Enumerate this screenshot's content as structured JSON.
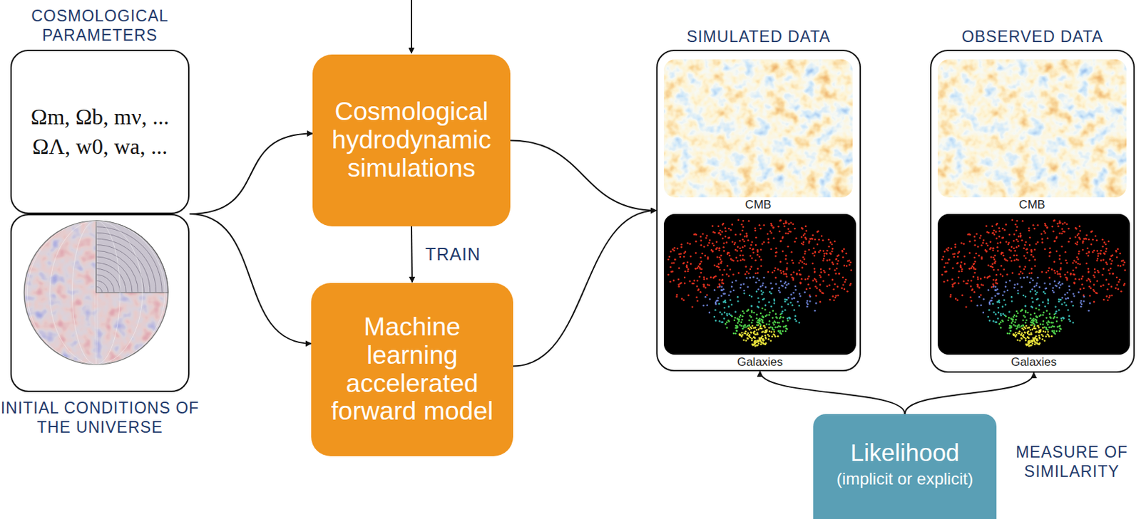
{
  "diagram": {
    "nodes": [
      {
        "text": [
          "COSMOLOGICAL PARAMETERS",
          "Ωm, Ωb, mν, ...",
          "ΩΛ, w0, wa, ..."
        ]
      },
      {
        "text": [
          "INITIAL CONDITIONS OF THE UNIVERSE"
        ]
      },
      {
        "text": [
          "Cosmological hydrodynamic simulations"
        ]
      },
      {
        "text": [
          "Machine learning accelerated forward model"
        ]
      },
      {
        "text": [
          "SIMULATED DATA"
        ]
      },
      {
        "text": [
          "CMB"
        ],
        "in": 4
      },
      {
        "text": [
          "Galaxies"
        ],
        "in": 4
      },
      {
        "text": [
          "OBSERVED DATA"
        ]
      },
      {
        "text": [
          "CMB"
        ],
        "in": 7
      },
      {
        "text": [
          "Galaxies"
        ],
        "in": 7
      },
      {
        "text": [
          "Likelihood",
          "(implicit or explicit)"
        ]
      }
    ],
    "edges": [
      {
        "from": 0,
        "to": 2,
        "arrow": "to"
      },
      {
        "from": 0,
        "to": 3,
        "arrow": "to"
      },
      {
        "from": 2,
        "to": 3,
        "label": "TRAIN",
        "arrow": "to"
      },
      {
        "from": 2,
        "to": 4,
        "arrow": "to"
      },
      {
        "from": 3,
        "to": 4,
        "arrow": "to"
      },
      {
        "from": 10,
        "to": 6,
        "arrow": "to"
      },
      {
        "from": 10,
        "to": 9,
        "arrow": "to"
      }
    ],
    "labels": [
      "MEASURE OF SIMILARITY"
    ]
  }
}
